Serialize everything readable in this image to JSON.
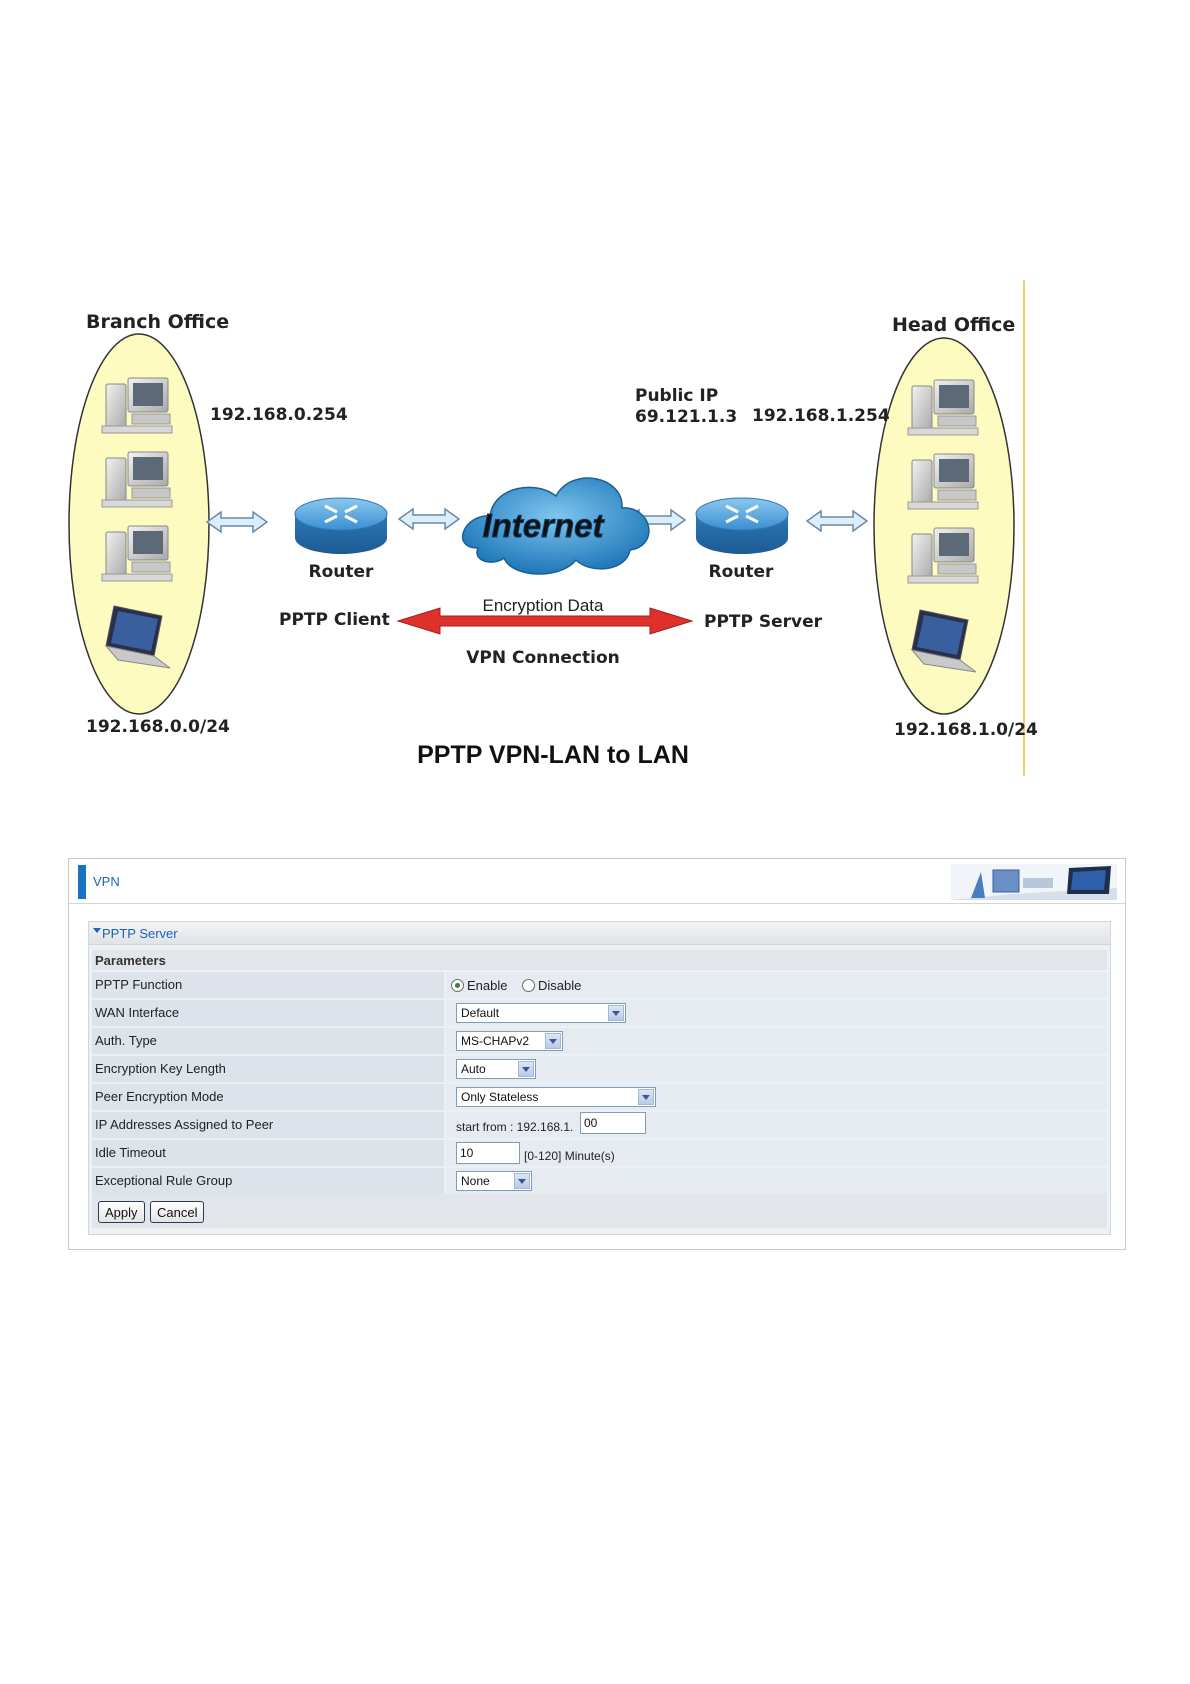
{
  "diagram": {
    "branch_office": "Branch Office",
    "head_office": "Head Office",
    "branch_gateway_ip": "192.168.0.254",
    "public_ip_label": "Public IP",
    "public_ip": "69.121.1.3",
    "head_gateway_ip": "192.168.1.254",
    "internet": "Internet",
    "router_left": "Router",
    "router_right": "Router",
    "pptp_client": "PPTP Client",
    "pptp_server": "PPTP Server",
    "encryption_data": "Encryption Data",
    "vpn_connection": "VPN Connection",
    "branch_subnet": "192.168.0.0/24",
    "head_subnet": "192.168.1.0/24",
    "title": "PPTP VPN-LAN to LAN",
    "colors": {
      "oval_fill": "#fdfbc0",
      "arrow_red": "#e0302a",
      "router_blue": "#3a8fd0",
      "divider": "#f4d26a"
    }
  },
  "vpn": {
    "header_title": "VPN",
    "section_title": "PPTP Server",
    "parameters_heading": "Parameters",
    "rows": {
      "pptp_function": {
        "label": "PPTP Function",
        "enable": "Enable",
        "disable": "Disable",
        "selected": "Enable"
      },
      "wan_interface": {
        "label": "WAN Interface",
        "value": "Default"
      },
      "auth_type": {
        "label": "Auth. Type",
        "value": "MS-CHAPv2"
      },
      "key_length": {
        "label": "Encryption Key Length",
        "value": "Auto"
      },
      "peer_mode": {
        "label": "Peer Encryption Mode",
        "value": "Only Stateless"
      },
      "peer_ip": {
        "label": "IP Addresses Assigned to Peer",
        "prefix": "start from : 192.168.1.",
        "value": "00"
      },
      "idle_timeout": {
        "label": "Idle Timeout",
        "value": "10",
        "hint": "[0-120] Minute(s)"
      },
      "rule_group": {
        "label": "Exceptional Rule Group",
        "value": "None"
      }
    },
    "apply_label": "Apply",
    "cancel_label": "Cancel",
    "accent_color": "#1a63b8"
  }
}
